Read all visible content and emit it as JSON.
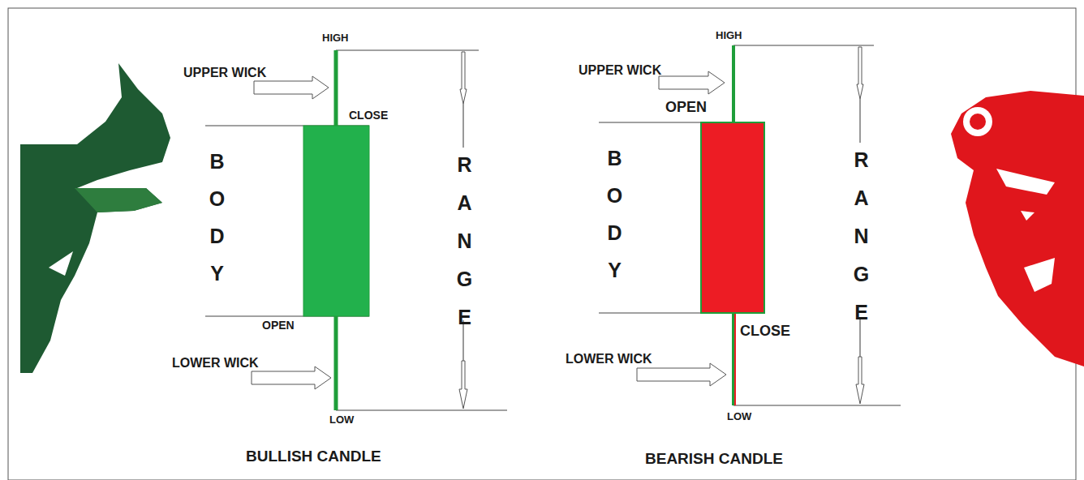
{
  "diagram": {
    "labels": [
      "HIGH",
      "UPPER WICK",
      "CLOSE",
      "BODY",
      "RANGE",
      "OPEN",
      "LOWER WICK",
      "LOW",
      "BULLISH CANDLE",
      "HIGH",
      "UPPER WICK",
      "OPEN",
      "BODY",
      "RANGE",
      "CLOSE",
      "LOWER WICK",
      "LOW",
      "BEARISH CANDLE"
    ]
  }
}
